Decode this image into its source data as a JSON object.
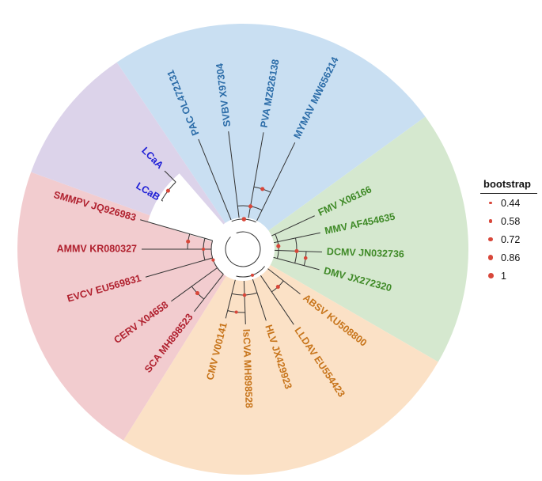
{
  "colors": {
    "branch": "#333333",
    "dot": "#d8473a"
  },
  "clades": [
    {
      "name": "blue",
      "bg": "#c9dff2",
      "text": "#2b6ca8",
      "a0": -124,
      "a1": -36
    },
    {
      "name": "green",
      "bg": "#d5e8cf",
      "text": "#3f8a27",
      "a0": -36,
      "a1": 30
    },
    {
      "name": "orange",
      "bg": "#fbe1c6",
      "text": "#c7741a",
      "a0": 30,
      "a1": 122
    },
    {
      "name": "red",
      "bg": "#f2cccf",
      "text": "#b0202e",
      "a0": 122,
      "a1": 200
    },
    {
      "name": "purple",
      "bg": "#dcd3ea",
      "text": "#1f1fd6",
      "a0": 200,
      "a1": 236
    }
  ],
  "leaves": [
    {
      "label": "PAC OL472131",
      "angle": -112,
      "clade": "blue"
    },
    {
      "label": "SVBV X97304",
      "angle": -97,
      "clade": "blue"
    },
    {
      "label": "PVA MZ826138",
      "angle": -80,
      "clade": "blue"
    },
    {
      "label": "MYMAV MW656214",
      "angle": -64,
      "clade": "blue"
    },
    {
      "label": "FMV X06166",
      "angle": -25,
      "clade": "green"
    },
    {
      "label": "MMV AF454635",
      "angle": -12,
      "clade": "green"
    },
    {
      "label": "DCMV JN032736",
      "angle": 2,
      "clade": "green"
    },
    {
      "label": "DMV JX272320",
      "angle": 15,
      "clade": "green"
    },
    {
      "label": "ABSV KU508800",
      "angle": 38,
      "clade": "orange"
    },
    {
      "label": "LLDAV EU554423",
      "angle": 56,
      "clade": "orange"
    },
    {
      "label": "HLV JX429923",
      "angle": 72,
      "clade": "orange"
    },
    {
      "label": "IsCVA MH898528",
      "angle": 88,
      "clade": "orange"
    },
    {
      "label": "CMV V00141",
      "angle": 104,
      "clade": "orange"
    },
    {
      "label": "SCA MH898523",
      "angle": 128,
      "clade": "red"
    },
    {
      "label": "CERV X04658",
      "angle": 144,
      "clade": "red"
    },
    {
      "label": "EVCV EU569831",
      "angle": 164,
      "clade": "red"
    },
    {
      "label": "AMMV KR080327",
      "angle": 180,
      "clade": "red"
    },
    {
      "label": "SMMPV JQ926983",
      "angle": 196,
      "clade": "red"
    },
    {
      "label": "LCaB",
      "angle": 211,
      "clade": "purple"
    },
    {
      "label": "LCaA",
      "angle": 225,
      "clade": "purple"
    }
  ],
  "legend": {
    "title": "bootstrap",
    "items": [
      {
        "value": "0.44",
        "support": 0.44
      },
      {
        "value": "0.58",
        "support": 0.58
      },
      {
        "value": "0.72",
        "support": 0.72
      },
      {
        "value": "0.86",
        "support": 0.86
      },
      {
        "value": "1",
        "support": 1
      }
    ]
  }
}
